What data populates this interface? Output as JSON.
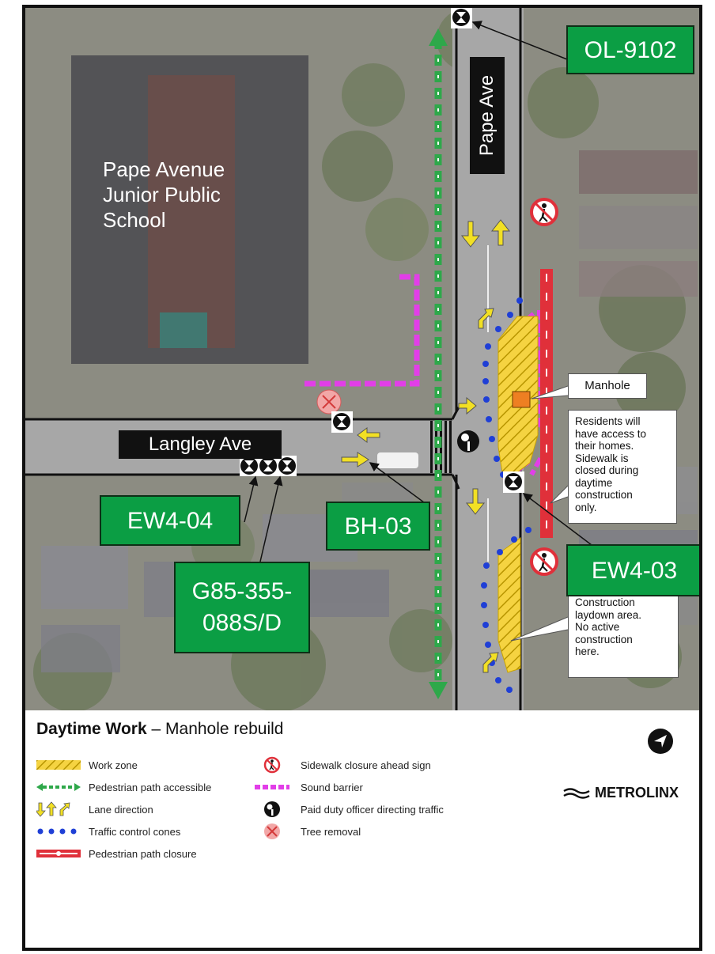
{
  "map": {
    "school_label": [
      "Pape Avenue",
      "Junior Public",
      "School"
    ],
    "streets": {
      "main": "Pape Ave",
      "cross": "Langley Ave"
    },
    "callouts": {
      "manhole": "Manhole",
      "residents": [
        "Residents will",
        "have access to",
        "their homes.",
        "Sidewalk is",
        "closed during",
        "daytime",
        "construction",
        "only."
      ],
      "laydown": [
        "Construction",
        "laydown area.",
        "No active",
        "construction",
        "here."
      ]
    },
    "boreholes": [
      {
        "id": "OL-9102"
      },
      {
        "id": "EW4-04"
      },
      {
        "id": "G85-355-088S/D"
      },
      {
        "id": "BH-03"
      },
      {
        "id": "EW4-03"
      }
    ],
    "colors": {
      "work_zone": "#f5c518",
      "pedestrian_path": "#2ea84a",
      "sound_barrier": "#e23ee8",
      "cones": "#1f3fd6",
      "closure": "#e0303a",
      "borehole_label": "#0b9e44",
      "lane_arrow": "#f2e024"
    }
  },
  "legend": {
    "title_bold": "Daytime Work",
    "title_rest": " – Manhole rebuild",
    "items": [
      {
        "label": "Work zone",
        "icon": "hatch-icon"
      },
      {
        "label": "Pedestrian path accessible",
        "icon": "green-arrow-icon"
      },
      {
        "label": "Lane direction",
        "icon": "lane-arrows-icon"
      },
      {
        "label": "Traffic control cones",
        "icon": "cones-icon"
      },
      {
        "label": "Pedestrian path closure",
        "icon": "closure-icon"
      },
      {
        "label": "Sidewalk closure ahead sign",
        "icon": "no-pedestrian-icon"
      },
      {
        "label": "Sound barrier",
        "icon": "sound-barrier-icon"
      },
      {
        "label": "Paid duty officer directing traffic",
        "icon": "officer-icon"
      },
      {
        "label": "Tree removal",
        "icon": "tree-removal-icon"
      }
    ],
    "brand": "METROLINX"
  }
}
